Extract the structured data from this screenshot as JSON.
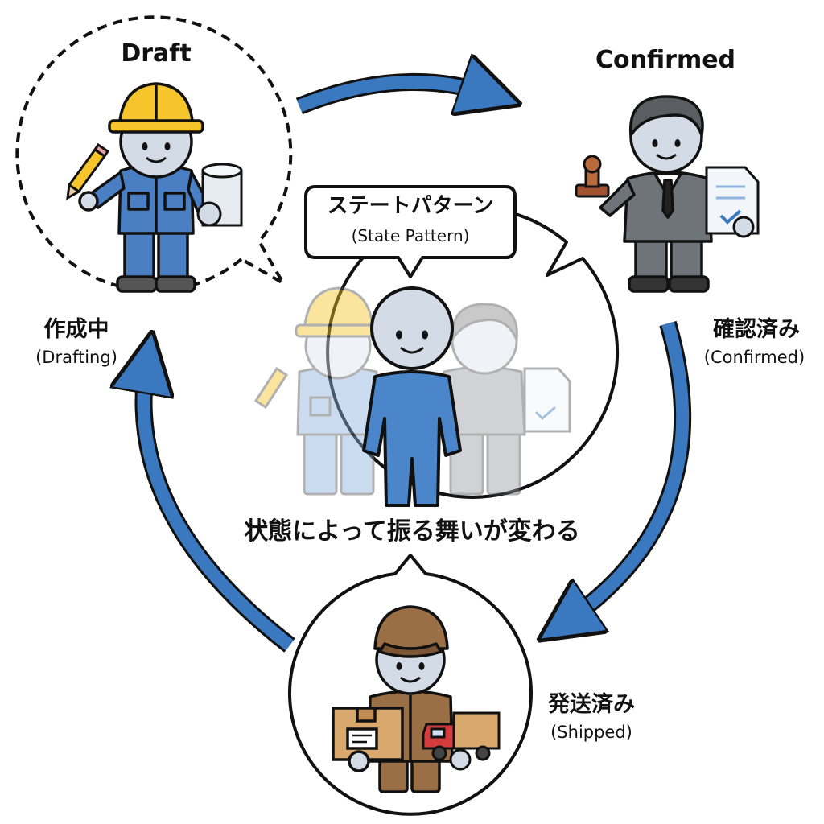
{
  "center": {
    "title_jp": "ステートパターン",
    "title_en": "(State Pattern)",
    "caption": "状態によって振る舞いが変わる"
  },
  "states": {
    "draft": {
      "title": "Draft",
      "label_jp": "作成中",
      "label_en": "(Drafting)"
    },
    "confirmed": {
      "title": "Confirmed",
      "label_jp": "確認済み",
      "label_en": "(Confirmed)"
    },
    "shipped": {
      "label_jp": "発送済み",
      "label_en": "(Shipped)"
    }
  },
  "colors": {
    "arrow": "#3a78bf",
    "outline": "#111111",
    "worker_uniform": "#4a7fc4",
    "helmet": "#f5c52b",
    "suit": "#6f737a",
    "delivery_uniform": "#9a6f45",
    "context_body": "#4a86c9",
    "skin": "#d3dbe6"
  },
  "icons": [
    "pencil-icon",
    "blueprint-icon",
    "stamp-icon",
    "document-check-icon",
    "parcel-icon",
    "truck-icon"
  ]
}
